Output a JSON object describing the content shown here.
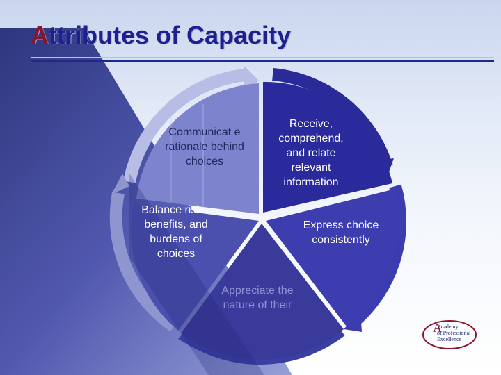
{
  "slide": {
    "title_initial": "A",
    "title_rest": "ttributes of Capacity"
  },
  "segments": {
    "receive": "Receive, comprehend, and relate relevant information",
    "express": "Express choice consistently",
    "appreciate": "Appreciate the nature of their",
    "balance": "Balance risks, benefits, and burdens of choices",
    "communicate": "Communicat e rationale behind choices"
  },
  "logo": {
    "line1": "Academy",
    "line2": "of Professional",
    "line3": "Excellence"
  },
  "colors": {
    "title": "#1f1f8f",
    "title_initial": "#8a1530",
    "segment_receive": "#2b2a9c",
    "segment_express": "#3d3daf",
    "segment_appreciate": "#3a3a9a",
    "segment_balance": "#4b4fae",
    "segment_communicate": "#7d83cc",
    "arrow_ring": "#5a5fae"
  }
}
